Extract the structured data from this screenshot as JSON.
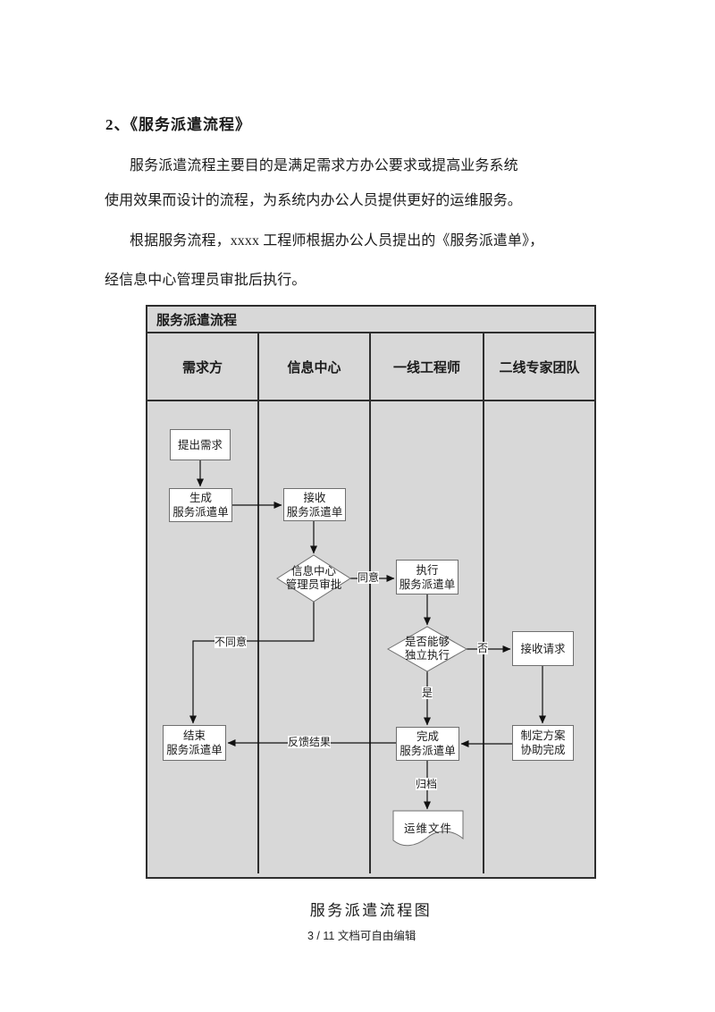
{
  "colors": {
    "page_bg": "#ffffff",
    "chart_bg": "#d8d8d8",
    "chart_border": "#2e2e2e",
    "shape_fill": "#ffffff",
    "shape_border": "#6f6f6f",
    "arrow": "#111111",
    "text": "#1b1b1b"
  },
  "page": {
    "heading": "2、《服务派遣流程》",
    "p1": {
      "line1": "服务派遣流程主要目的是满足需求方办公要求或提高业务系统",
      "line2": "使用效果而设计的流程，为系统内办公人员提供更好的运维服务。"
    },
    "p2": {
      "line1": "根据服务流程，xxxx 工程师根据办公人员提出的《服务派遣单》，",
      "line2": "经信息中心管理员审批后执行。"
    },
    "caption": "服务派遣流程图",
    "footer": "3 / 11 文档可自由编辑"
  },
  "flowchart": {
    "title": "服务派遣流程",
    "lanes": [
      "需求方",
      "信息中心",
      "一线工程师",
      "二线专家团队"
    ],
    "nodes": {
      "propose": {
        "line1": "提出需求"
      },
      "generate": {
        "line1": "生成",
        "line2": "服务派遣单"
      },
      "receive_order": {
        "line1": "接收",
        "line2": "服务派遣单"
      },
      "approve": {
        "line1": "信息中心",
        "line2": "管理员审批"
      },
      "execute": {
        "line1": "执行",
        "line2": "服务派遣单"
      },
      "can_do": {
        "line1": "是否能够",
        "line2": "独立执行"
      },
      "receive_request": {
        "line1": "接收请求"
      },
      "end_order": {
        "line1": "结束",
        "line2": "服务派遣单"
      },
      "complete_order": {
        "line1": "完成",
        "line2": "服务派遣单"
      },
      "make_plan": {
        "line1": "制定方案",
        "line2": "协助完成"
      },
      "ops_doc": {
        "line1": "运维文件"
      }
    },
    "edge_labels": {
      "agree": "同意",
      "disagree": "不同意",
      "no": "否",
      "yes": "是",
      "feedback": "反馈结果",
      "archive": "归档"
    },
    "edges": [
      {
        "from": "propose",
        "to": "generate",
        "label": ""
      },
      {
        "from": "generate",
        "to": "receive_order",
        "label": ""
      },
      {
        "from": "receive_order",
        "to": "approve",
        "label": ""
      },
      {
        "from": "approve",
        "to": "execute",
        "label": "同意"
      },
      {
        "from": "approve",
        "to": "end_order",
        "label": "不同意"
      },
      {
        "from": "execute",
        "to": "can_do",
        "label": ""
      },
      {
        "from": "can_do",
        "to": "receive_request",
        "label": "否"
      },
      {
        "from": "can_do",
        "to": "complete_order",
        "label": "是"
      },
      {
        "from": "receive_request",
        "to": "make_plan",
        "label": ""
      },
      {
        "from": "make_plan",
        "to": "complete_order",
        "label": ""
      },
      {
        "from": "complete_order",
        "to": "end_order",
        "label": "反馈结果"
      },
      {
        "from": "complete_order",
        "to": "ops_doc",
        "label": "归档"
      }
    ]
  }
}
